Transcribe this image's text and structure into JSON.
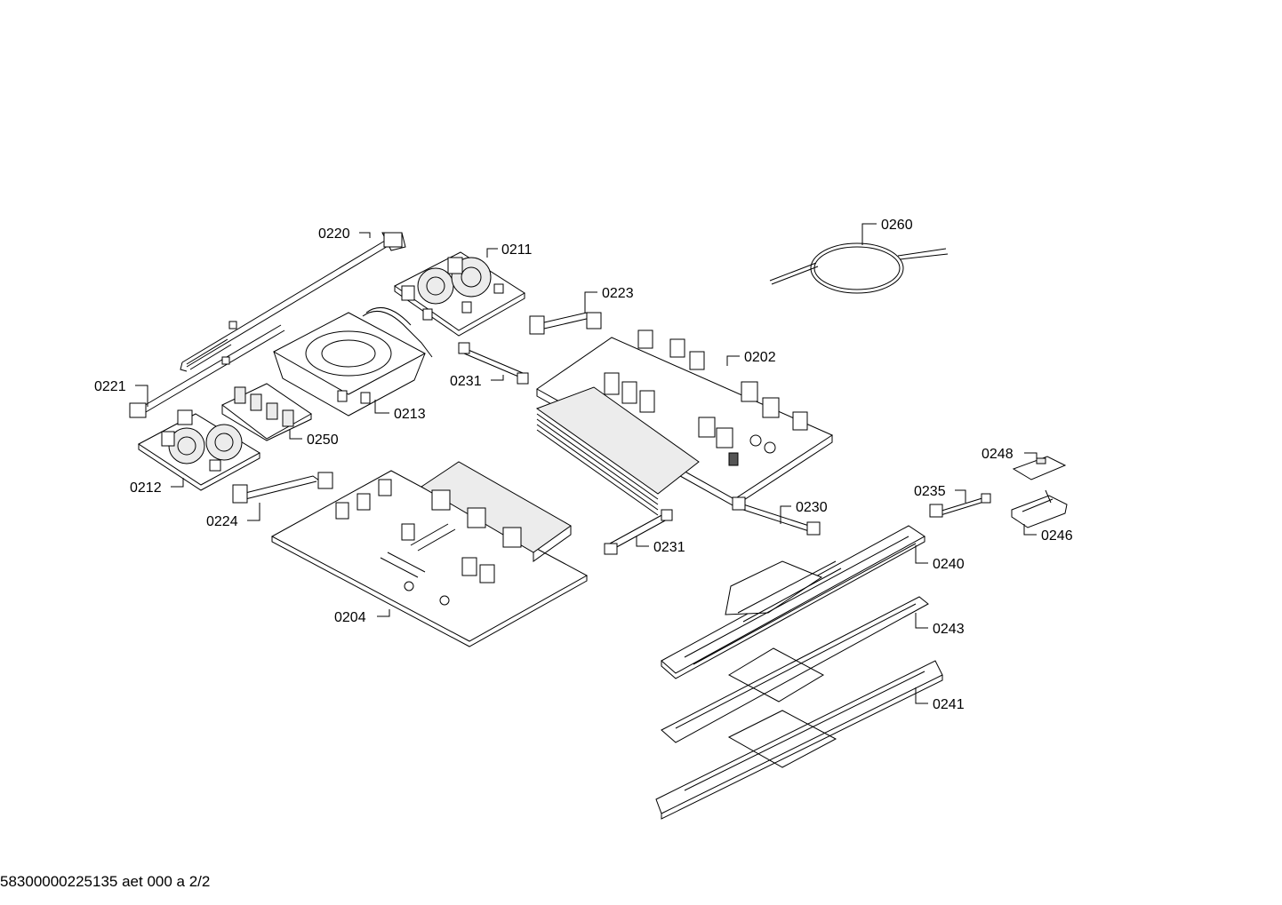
{
  "footer": {
    "text": "58300000225135 aet 000 a 2/2"
  },
  "callouts": {
    "p0220": "0220",
    "p0211": "0211",
    "p0223": "0223",
    "p0260": "0260",
    "p0202": "0202",
    "p0231a": "0231",
    "p0221": "0221",
    "p0213": "0213",
    "p0250": "0250",
    "p0212": "0212",
    "p0224": "0224",
    "p0230": "0230",
    "p0231b": "0231",
    "p0204": "0204",
    "p0248": "0248",
    "p0235": "0235",
    "p0246": "0246",
    "p0240": "0240",
    "p0243": "0243",
    "p0241": "0241"
  }
}
